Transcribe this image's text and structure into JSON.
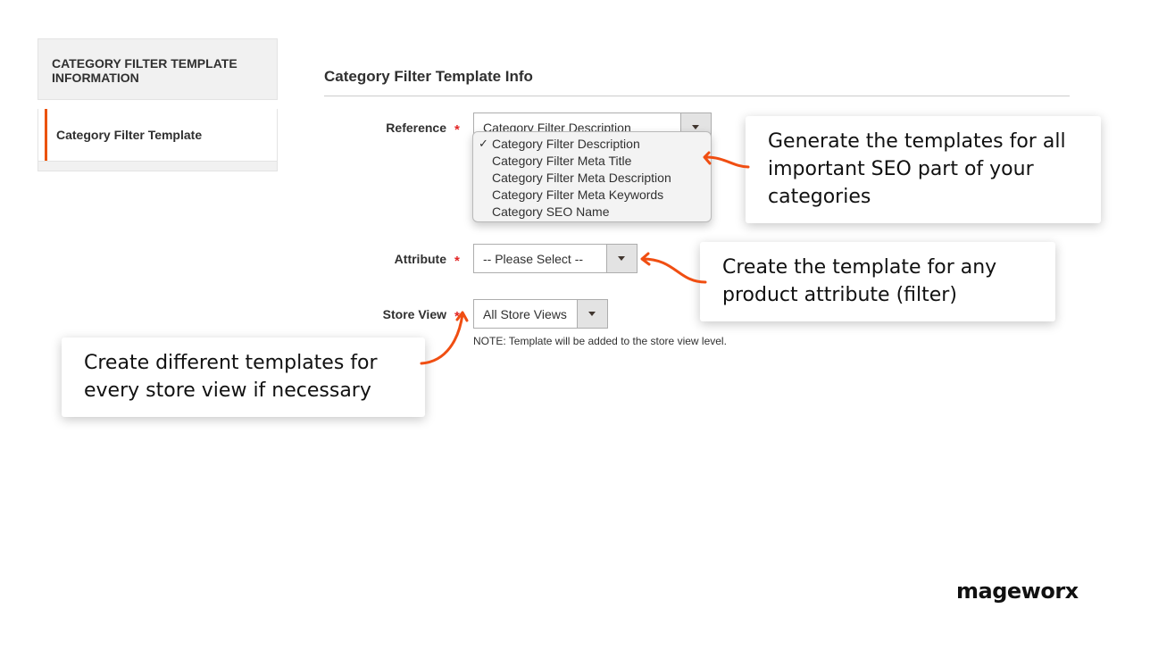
{
  "sidebar": {
    "header": "CATEGORY FILTER TEMPLATE INFORMATION",
    "items": [
      {
        "label": "Category Filter Template",
        "active": true
      }
    ]
  },
  "form": {
    "title": "Category Filter Template Info",
    "reference": {
      "label": "Reference",
      "required_mark": "*",
      "value": "Category Filter Description",
      "options": [
        "Category Filter Description",
        "Category Filter Meta Title",
        "Category Filter Meta Description",
        "Category Filter Meta Keywords",
        "Category SEO Name"
      ],
      "check_mark": "✓"
    },
    "attribute": {
      "label": "Attribute",
      "required_mark": "*",
      "value": "-- Please Select --"
    },
    "store_view": {
      "label": "Store View",
      "required_mark": "*",
      "value": "All Store Views",
      "note": "NOTE: Template will be added to the store view level."
    }
  },
  "callouts": {
    "seo": "Generate the templates for all important SEO part of your categories",
    "attribute": "Create the template for any product attribute (filter)",
    "store": "Create different templates for every store view if necessary"
  },
  "brand": {
    "logo": "mageworx"
  },
  "colors": {
    "accent": "#eb5202",
    "required": "#e22626",
    "arrow": "#f04e12"
  },
  "icons": {
    "select_arrow": "triangle-down-icon",
    "checkmark": "check-icon",
    "annotation_arrow": "curved-arrow-icon"
  }
}
